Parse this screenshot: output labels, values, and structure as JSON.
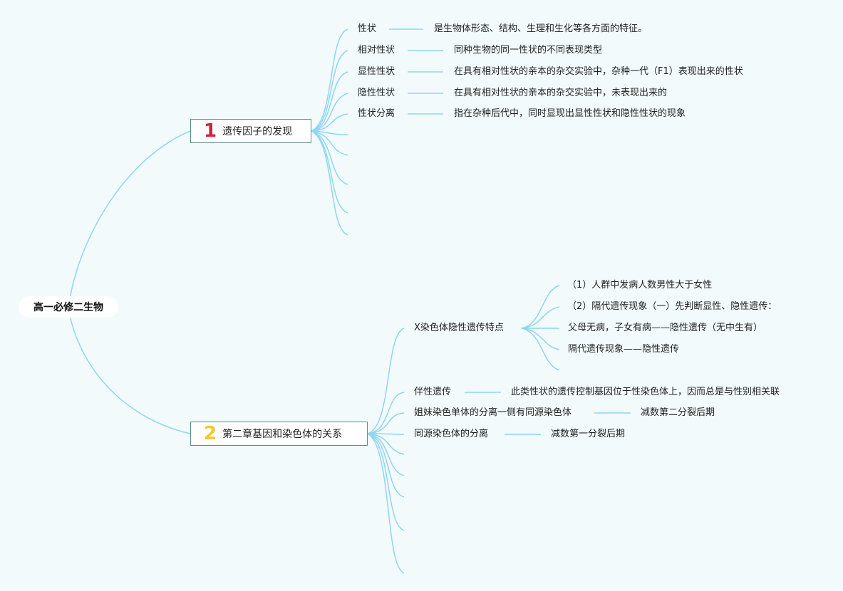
{
  "root": {
    "label": "高一必修二生物"
  },
  "colors": {
    "line": "#8fd6ef",
    "background": "#f2fafb",
    "num1": "#d9203a",
    "num2": "#f3c830",
    "topic_border": "#5b8f86"
  },
  "topic1": {
    "number": "1",
    "label": "遗传因子的发现",
    "items": [
      {
        "term": "性状",
        "def": "是生物体形态、结构、生理和生化等各方面的特征。"
      },
      {
        "term": "相对性状",
        "def": "同种生物的同一性状的不同表现类型"
      },
      {
        "term": "显性性状",
        "def": "在具有相对性状的亲本的杂交实验中，杂种一代（F1）表现出来的性状"
      },
      {
        "term": "隐性性状",
        "def": "在具有相对性状的亲本的杂交实验中，未表现出来的"
      },
      {
        "term": "性状分离",
        "def": "指在杂种后代中，同时显现出显性性状和隐性性状的现象"
      }
    ]
  },
  "topic2": {
    "number": "2",
    "label": "第二章基因和染色体的关系",
    "xlinked": {
      "label": "X染色体隐性遗传特点",
      "children": [
        "（1）人群中发病人数男性大于女性",
        "（2）隔代遗传现象（一）先判断显性、隐性遗传：",
        "父母无病，子女有病——隐性遗传（无中生有）",
        "隔代遗传现象——隐性遗传"
      ]
    },
    "items": [
      {
        "term": "伴性遗传",
        "def": "此类性状的遗传控制基因位于性染色体上，因而总是与性别相关联"
      },
      {
        "term": "姐妹染色单体的分离一侧有同源染色体",
        "def": "减数第二分裂后期"
      },
      {
        "term": "同源染色体的分离",
        "def": "减数第一分裂后期"
      }
    ]
  }
}
